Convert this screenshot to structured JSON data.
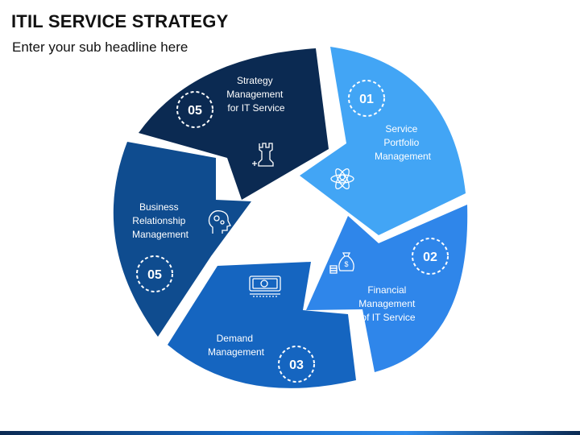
{
  "title": "ITIL SERVICE STRATEGY",
  "subtitle": "Enter your sub headline here",
  "segments": [
    {
      "number": "01",
      "lines": [
        "Service",
        "Portfolio",
        "Management"
      ],
      "color": "#42a5f5",
      "icon": "atom-person-icon"
    },
    {
      "number": "02",
      "lines": [
        "Financial",
        "Management",
        "of IT Service"
      ],
      "color": "#2f86ea",
      "icon": "money-bag-icon"
    },
    {
      "number": "03",
      "lines": [
        "Demand",
        "Management"
      ],
      "color": "#1565c0",
      "icon": "cash-icon"
    },
    {
      "number": "05",
      "lines": [
        "Business",
        "Relationship",
        "Management"
      ],
      "color": "#0f4c8f",
      "icon": "head-gears-icon"
    },
    {
      "number": "05",
      "lines": [
        "Strategy",
        "Management",
        "for IT Service"
      ],
      "color": "#0b2a52",
      "icon": "chess-rook-icon"
    }
  ]
}
